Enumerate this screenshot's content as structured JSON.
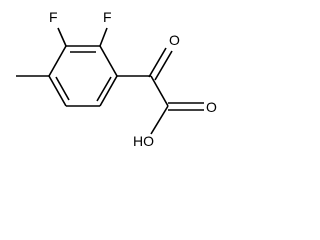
{
  "molecule": {
    "atoms": {
      "f_upper_left": "F",
      "f_upper_right": "F",
      "oxygen_ketone": "O",
      "oxygen_acid": "O",
      "hydroxyl": "HO"
    }
  }
}
